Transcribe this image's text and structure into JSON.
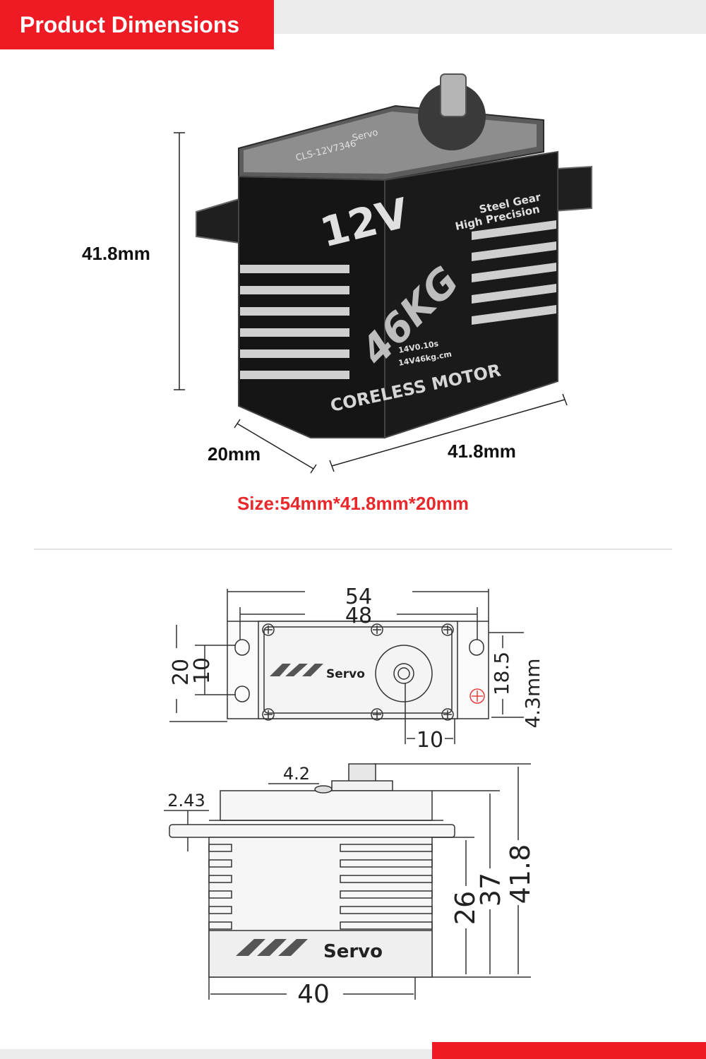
{
  "header": {
    "title": "Product Dimensions"
  },
  "photo": {
    "height_label": "41.8mm",
    "depth_label": "20mm",
    "width_label": "41.8mm",
    "size_text": "Size:54mm*41.8mm*20mm",
    "servo_print": {
      "brand_text": "Servo",
      "model_text": "CLS-12V7346",
      "voltage_text": "12V",
      "torque_text": "46KG",
      "spec_line1": "14V0.10s",
      "spec_line2": "14V46kg.cm",
      "feature1": "Steel Gear",
      "feature2": "High Precision",
      "motor_text": "CORELESS MOTOR"
    }
  },
  "top_view": {
    "dim_54": "54",
    "dim_48": "48",
    "dim_20": "20",
    "dim_10_left": "10",
    "dim_18_5": "18.5",
    "dim_4_3": "4.3mm",
    "dim_10_bottom": "10",
    "logo_text": "Servo"
  },
  "side_view": {
    "dim_4_2": "4.2",
    "dim_2_43": "2.43",
    "dim_26": "26",
    "dim_37": "37",
    "dim_41_8": "41.8",
    "dim_40": "40",
    "logo_text": "Servo"
  },
  "colors": {
    "accent_red": "#ee1b24",
    "size_red": "#e8282b"
  }
}
